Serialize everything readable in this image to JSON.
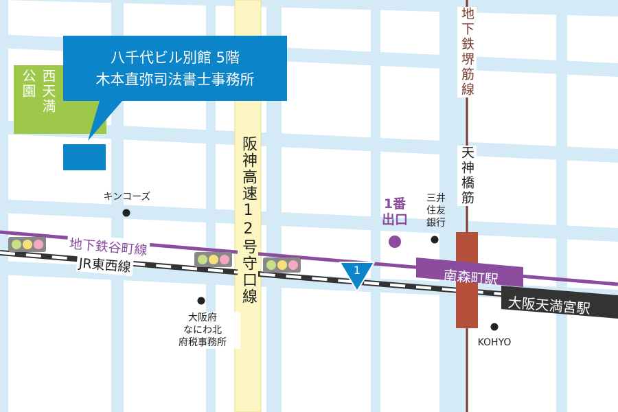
{
  "callout": {
    "line1": "八千代ビル別館 5階",
    "line2": "木本直弥司法書士事務所"
  },
  "park": {
    "label_col1": "公園",
    "label_col2": "西天満"
  },
  "roads": {
    "highway": "阪神高速12号守口線",
    "sakaisuji": "地下鉄堺筋線",
    "tenjinbashi": "天神橋筋"
  },
  "railways": {
    "tanimachi": "地下鉄谷町線",
    "jr_tozai": "JR東西線"
  },
  "stations": {
    "minamimorimachi": "南森町駅",
    "osaka_tenmangu": "大阪天満宮駅"
  },
  "exit": {
    "line1": "1番",
    "line2": "出口"
  },
  "route_marker": "1",
  "pois": {
    "kinkos": "キンコーズ",
    "mitsui": [
      "三井",
      "住友",
      "銀行"
    ],
    "tax_office": [
      "大阪府",
      "なにわ北",
      "府税事務所"
    ],
    "kohyo": "KOHYO"
  },
  "colors": {
    "road": "#d4eaf7",
    "highway": "#fdf6c3",
    "subway_tanimachi": "#8b4c9e",
    "subway_sakaisuji": "#7b3a2d",
    "callout": "#0b84c9",
    "park": "#9dc84a",
    "station_box": "#8b4c9e",
    "jr_box": "#333333",
    "exit": "#8b4c9e",
    "station_platform": "#b4503a"
  }
}
